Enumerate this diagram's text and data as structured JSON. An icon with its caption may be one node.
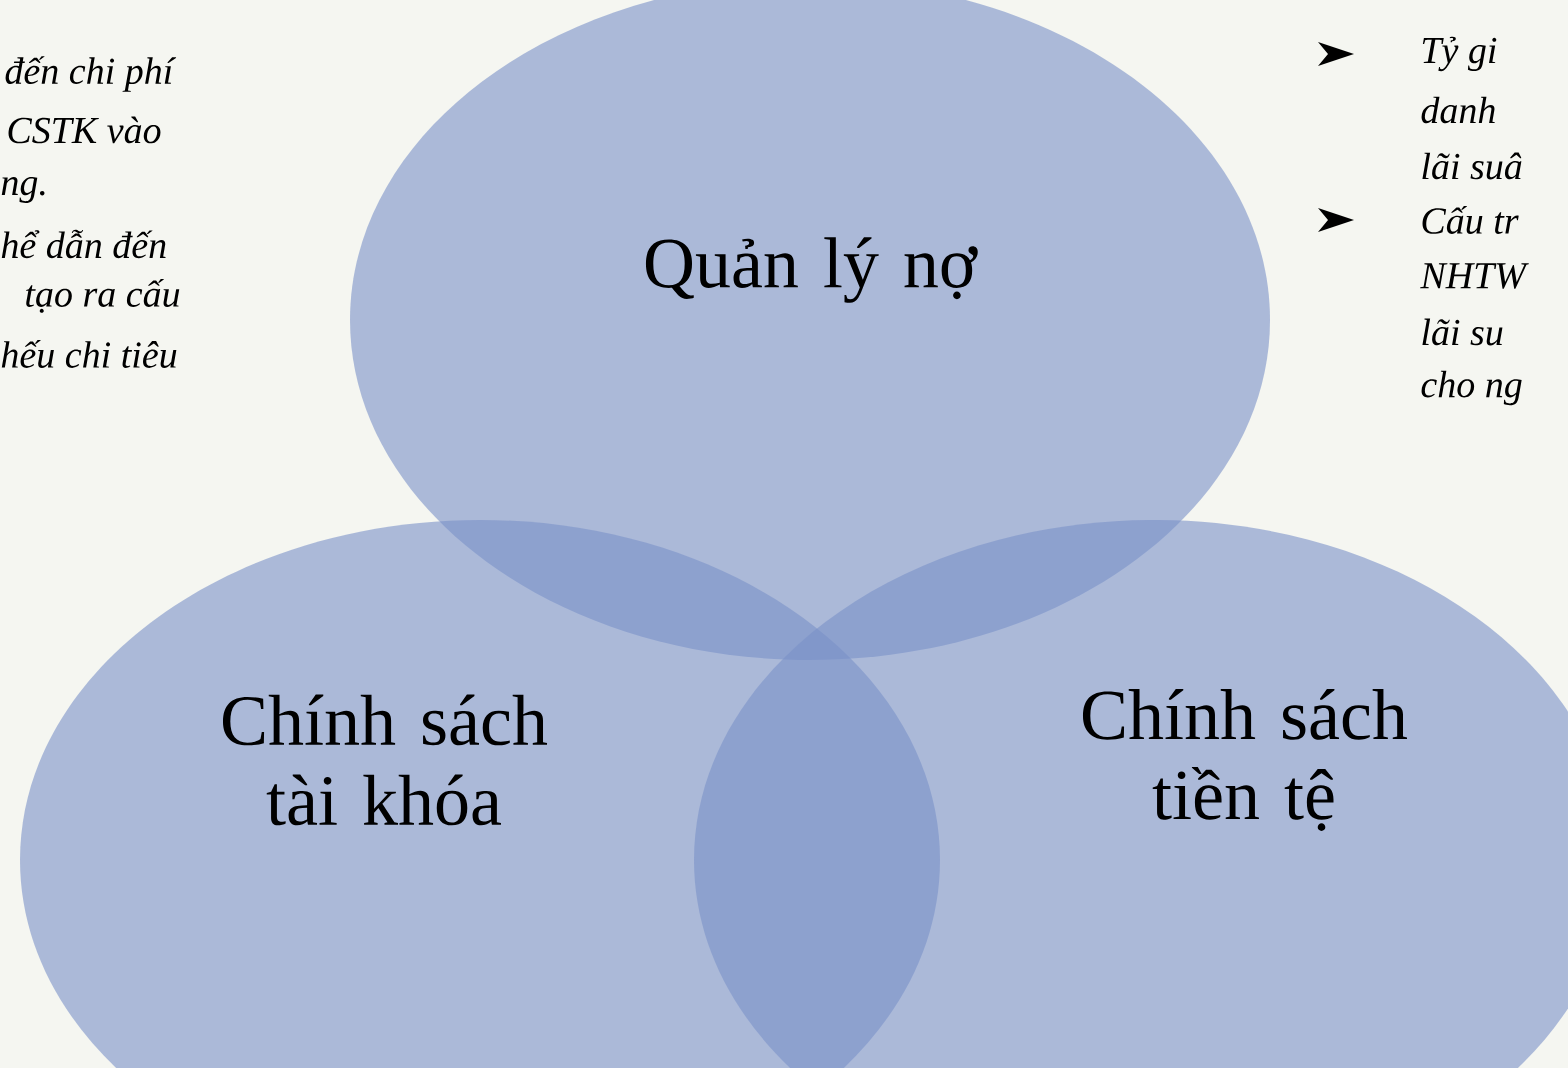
{
  "diagram": {
    "nodes": [
      {
        "text": [
          "Quản lý nợ"
        ]
      },
      {
        "text": [
          "Chính sách tài khóa"
        ]
      },
      {
        "text": [
          "Chính sách tiền tệ"
        ]
      }
    ],
    "labels": [
      "đến chi phí",
      "CSTK  vào",
      "ng.",
      "hể dẫn đến",
      "tạo ra cấu",
      "hếu chi tiêu",
      "Tỷ  gi",
      "danh",
      "lãi suâ",
      "Cấu tr",
      "NHTW",
      "lãi  su",
      "cho ng"
    ]
  }
}
